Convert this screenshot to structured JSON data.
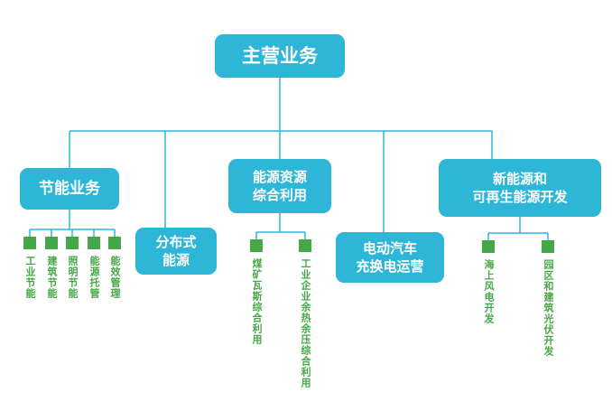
{
  "chart": {
    "root": "主营业务",
    "branches": [
      {
        "label": "节能业务",
        "children": [
          "工业节能",
          "建筑节能",
          "照明节能",
          "能源托管",
          "能效管理"
        ]
      },
      {
        "label": "分布式\n能源",
        "children": []
      },
      {
        "label": "能源资源\n综合利用",
        "children": [
          "煤矿瓦斯综合利用",
          "工业企业余热余压综合利用"
        ]
      },
      {
        "label": "电动汽车\n充换电运营",
        "children": []
      },
      {
        "label": "新能源和\n可再生能源开发",
        "children": [
          "海上风电开发",
          "园区和建筑光伏开发"
        ]
      }
    ]
  },
  "colors": {
    "node_fill": "#2eb6d9",
    "connector": "#2eb6d9",
    "leaf_green": "#45a747",
    "node_text": "#ffffff"
  }
}
